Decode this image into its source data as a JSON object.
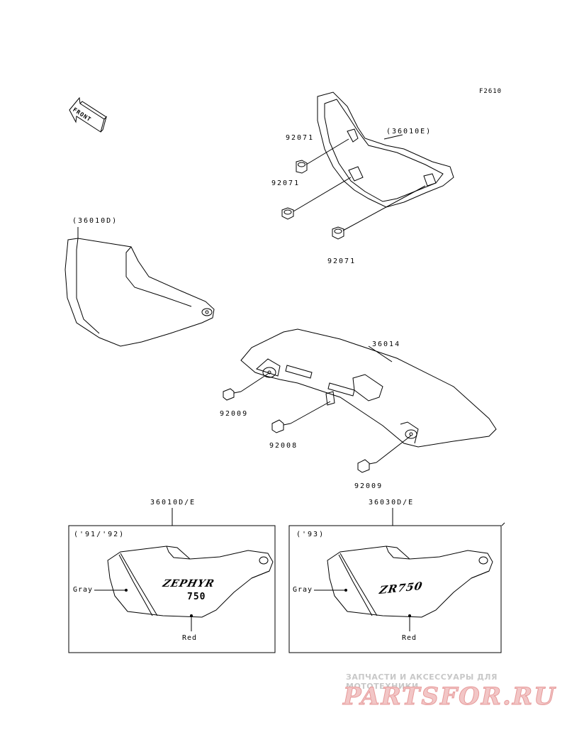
{
  "diagram": {
    "figure_code": "F2610",
    "front_arrow": "FRONT",
    "parts": {
      "nut_upper": "92071",
      "nut_middle": "92071",
      "nut_lower": "92071",
      "cover_right_ref": "(36010E)",
      "cover_left_ref": "(36010D)",
      "chain_guard": "36014",
      "bolt_left": "92009",
      "bolt_mid": "92008",
      "bolt_right": "92009",
      "detail_left_ref": "36010D/E",
      "detail_right_ref": "36030D/E"
    },
    "detail_left": {
      "years": "('91/'92)",
      "gray_label": "Gray",
      "red_label": "Red",
      "logo_main": "ZEPHYR",
      "logo_sub": "750"
    },
    "detail_right": {
      "years": "('93)",
      "gray_label": "Gray",
      "red_label": "Red",
      "logo_main": "ZR750"
    }
  },
  "watermark": {
    "tagline": "ЗАПЧАСТИ И АКСЕССУАРЫ ДЛЯ МОТОТЕХНИКИ",
    "logo": "PARTSFOR.RU"
  },
  "colors": {
    "line": "#000000",
    "watermark_text": "#c8c8c8",
    "watermark_logo": "#e79a9a"
  }
}
